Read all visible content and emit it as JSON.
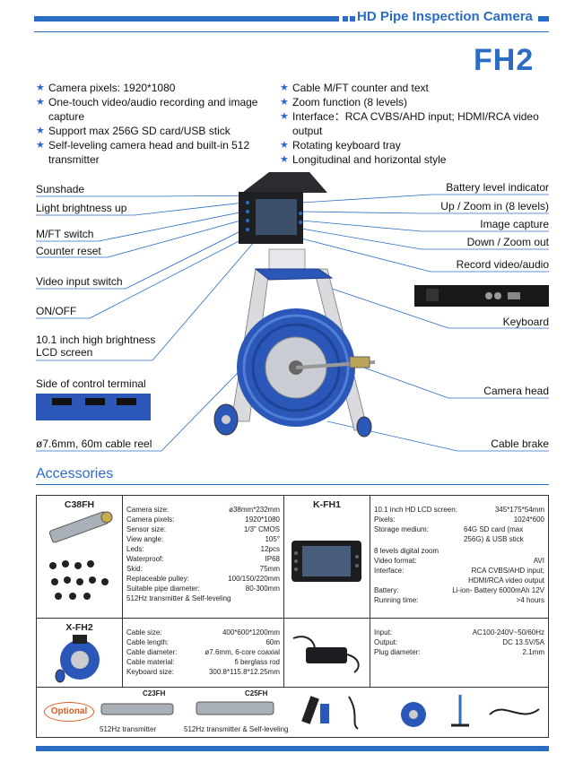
{
  "header": {
    "title": "HD Pipe Inspection Camera",
    "model": "FH2"
  },
  "features_left": [
    "Camera pixels: 1920*1080",
    "One-touch video/audio recording and image capture",
    "Support max 256G SD card/USB stick",
    "Self-leveling camera head and built-in 512 transmitter"
  ],
  "features_right": [
    "Cable M/FT counter and text",
    "Zoom function (8 levels)",
    "Interface：RCA CVBS/AHD input; HDMI/RCA video output",
    "Rotating keyboard tray",
    "Longitudinal and horizontal style"
  ],
  "labels_left": [
    "Sunshade",
    "Light brightness up",
    "M/FT switch",
    "Counter reset",
    "Video input switch",
    "ON/OFF",
    "10.1 inch high brightness LCD screen",
    "Side of control terminal",
    "ø7.6mm, 60m cable reel"
  ],
  "labels_right": [
    "Battery level indicator",
    "Up / Zoom in (8 levels)",
    "Image capture",
    "Down / Zoom out",
    "Record video/audio",
    "Keyboard",
    "Camera head",
    "Cable brake"
  ],
  "accessories_title": "Accessories",
  "c38": {
    "name": "C38FH",
    "specs": [
      [
        "Camera size:",
        "ø38mm*232mm"
      ],
      [
        "Camera pixels:",
        "1920*1080"
      ],
      [
        "Sensor size:",
        "1/3\" CMOS"
      ],
      [
        "View angle:",
        "105°"
      ],
      [
        "Leds:",
        "12pcs"
      ],
      [
        "Waterproof:",
        "IP68"
      ],
      [
        "Skid:",
        "75mm"
      ],
      [
        "Replaceable pulley:",
        "100/150/220mm"
      ],
      [
        "Suitable pipe diameter:",
        "80-300mm"
      ],
      [
        "512Hz transmitter & Self-leveling",
        ""
      ]
    ]
  },
  "kfh1": {
    "name": "K-FH1",
    "specs": [
      [
        "10.1 inch HD LCD screen:",
        "345*175*54mm"
      ],
      [
        "Pixels:",
        "1024*600"
      ],
      [
        "Storage medium:",
        "64G SD card (max 256G) & USB stick"
      ],
      [
        "8 levels digital zoom",
        ""
      ],
      [
        "Video format:",
        "AVI"
      ],
      [
        "Interface:",
        "RCA CVBS/AHD input; HDMI/RCA video output"
      ],
      [
        "Battery:",
        "Li-ion- Battery 6000mAh 12V"
      ],
      [
        "Running time:",
        ">4 hours"
      ]
    ]
  },
  "xfh2": {
    "name": "X-FH2",
    "specs": [
      [
        "Cable size:",
        "400*600*1200mm"
      ],
      [
        "Cable length:",
        "60m"
      ],
      [
        "Cable diameter:",
        "ø7.6mm, 6-core coaxial"
      ],
      [
        "Cable material:",
        "fi berglass rod"
      ],
      [
        "Keyboard size:",
        "300.8*115.8*12.25mm"
      ]
    ]
  },
  "power": {
    "specs": [
      [
        "Input:",
        "AC100-240V~50/60Hz"
      ],
      [
        "Output:",
        "DC 13.5V/5A"
      ],
      [
        "Plug diameter:",
        "2.1mm"
      ]
    ]
  },
  "optional": {
    "label": "Optional",
    "c23": "C23FH",
    "c23_cap": "512Hz transmitter",
    "c25": "C25FH",
    "c25_cap": "512Hz transmitter & Self-leveling"
  },
  "colors": {
    "accent": "#2b6cc4",
    "optional": "#e05a1c"
  }
}
